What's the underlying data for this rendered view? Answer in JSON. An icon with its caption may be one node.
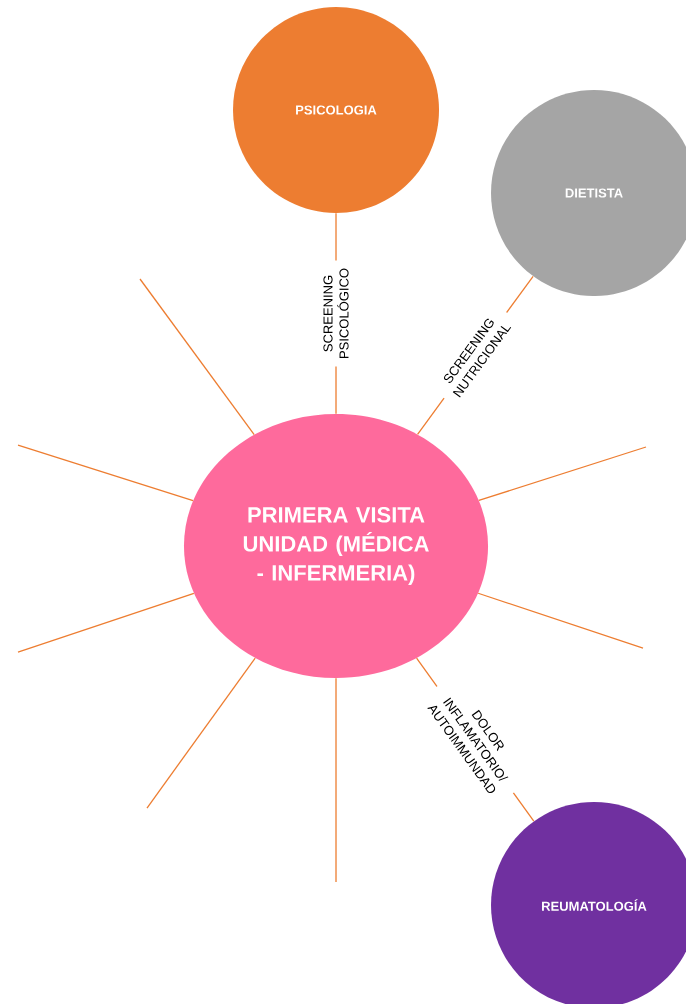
{
  "diagram": {
    "nodes": [
      {
        "text": [
          "PSICOLOGIA"
        ]
      },
      {
        "text": [
          "DIETISTA"
        ]
      },
      {
        "text": [
          "PRIMERA VISITA UNIDAD (MÉDICA - INFERMERIA)"
        ]
      },
      {
        "text": [
          "REUMATOLOGÍA"
        ]
      }
    ],
    "edges": [
      {
        "from": 2,
        "to": 0,
        "arrow": "none",
        "label": "SCREENING PSICOLÓGICO"
      },
      {
        "from": 2,
        "to": 1,
        "arrow": "none",
        "label": "SCREENING NUTRICIONAL"
      },
      {
        "from": 2,
        "to": 3,
        "arrow": "none",
        "label": "DOLOR INFLAMATORIO/ AUTOIMMUNDAD"
      },
      {
        "from": 2,
        "to": null,
        "arrow": "none"
      },
      {
        "from": 2,
        "to": null,
        "arrow": "none"
      },
      {
        "from": 2,
        "to": null,
        "arrow": "none"
      },
      {
        "from": 2,
        "to": null,
        "arrow": "none"
      },
      {
        "from": 2,
        "to": null,
        "arrow": "none"
      },
      {
        "from": 2,
        "to": null,
        "arrow": "none"
      },
      {
        "from": 2,
        "to": null,
        "arrow": "none"
      }
    ]
  }
}
